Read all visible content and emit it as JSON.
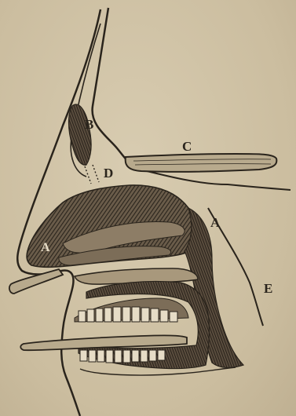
{
  "diagram": {
    "labels": {
      "a_outer": "A",
      "a_inner": "A",
      "b": "B",
      "c": "C",
      "d": "D",
      "e": "E"
    },
    "colors": {
      "paper": "#cfc2a6",
      "ink": "#2a241c",
      "shade": "#4a3f34"
    }
  }
}
